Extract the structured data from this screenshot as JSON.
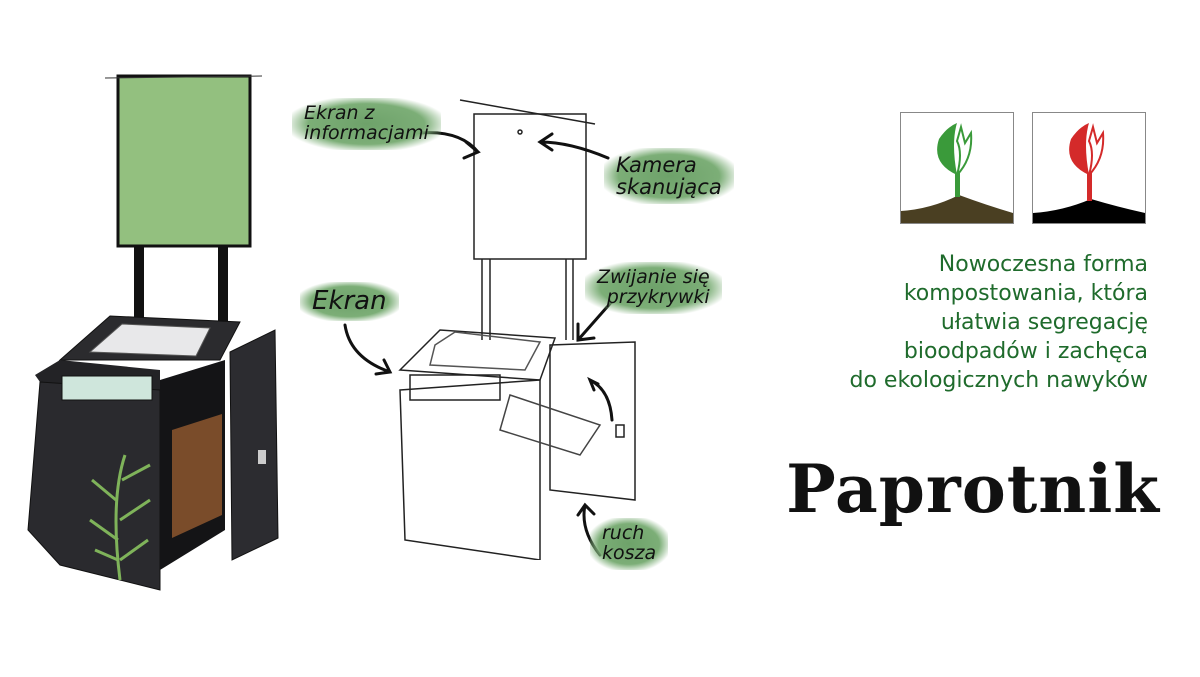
{
  "annotations": {
    "info_screen": [
      "Ekran z",
      "informacjami"
    ],
    "camera": [
      "Kamera",
      "skanująca"
    ],
    "lid": [
      "Zwijanie się",
      "przykrywki"
    ],
    "screen": "Ekran",
    "basket": [
      "ruch",
      "kosza"
    ]
  },
  "tagline": [
    "Nowoczesna forma",
    "kompostowania, która",
    "ułatwia segregację",
    "bioodpadów i zachęca",
    "do ekologicznych nawyków"
  ],
  "title": "Paprotnik",
  "colors": {
    "accent_green": "#1f6b2c",
    "note_green": "#7cae77",
    "screen_green": "#93c07f",
    "logo_red": "#d42a2a",
    "logo_green": "#3a9a3a"
  }
}
